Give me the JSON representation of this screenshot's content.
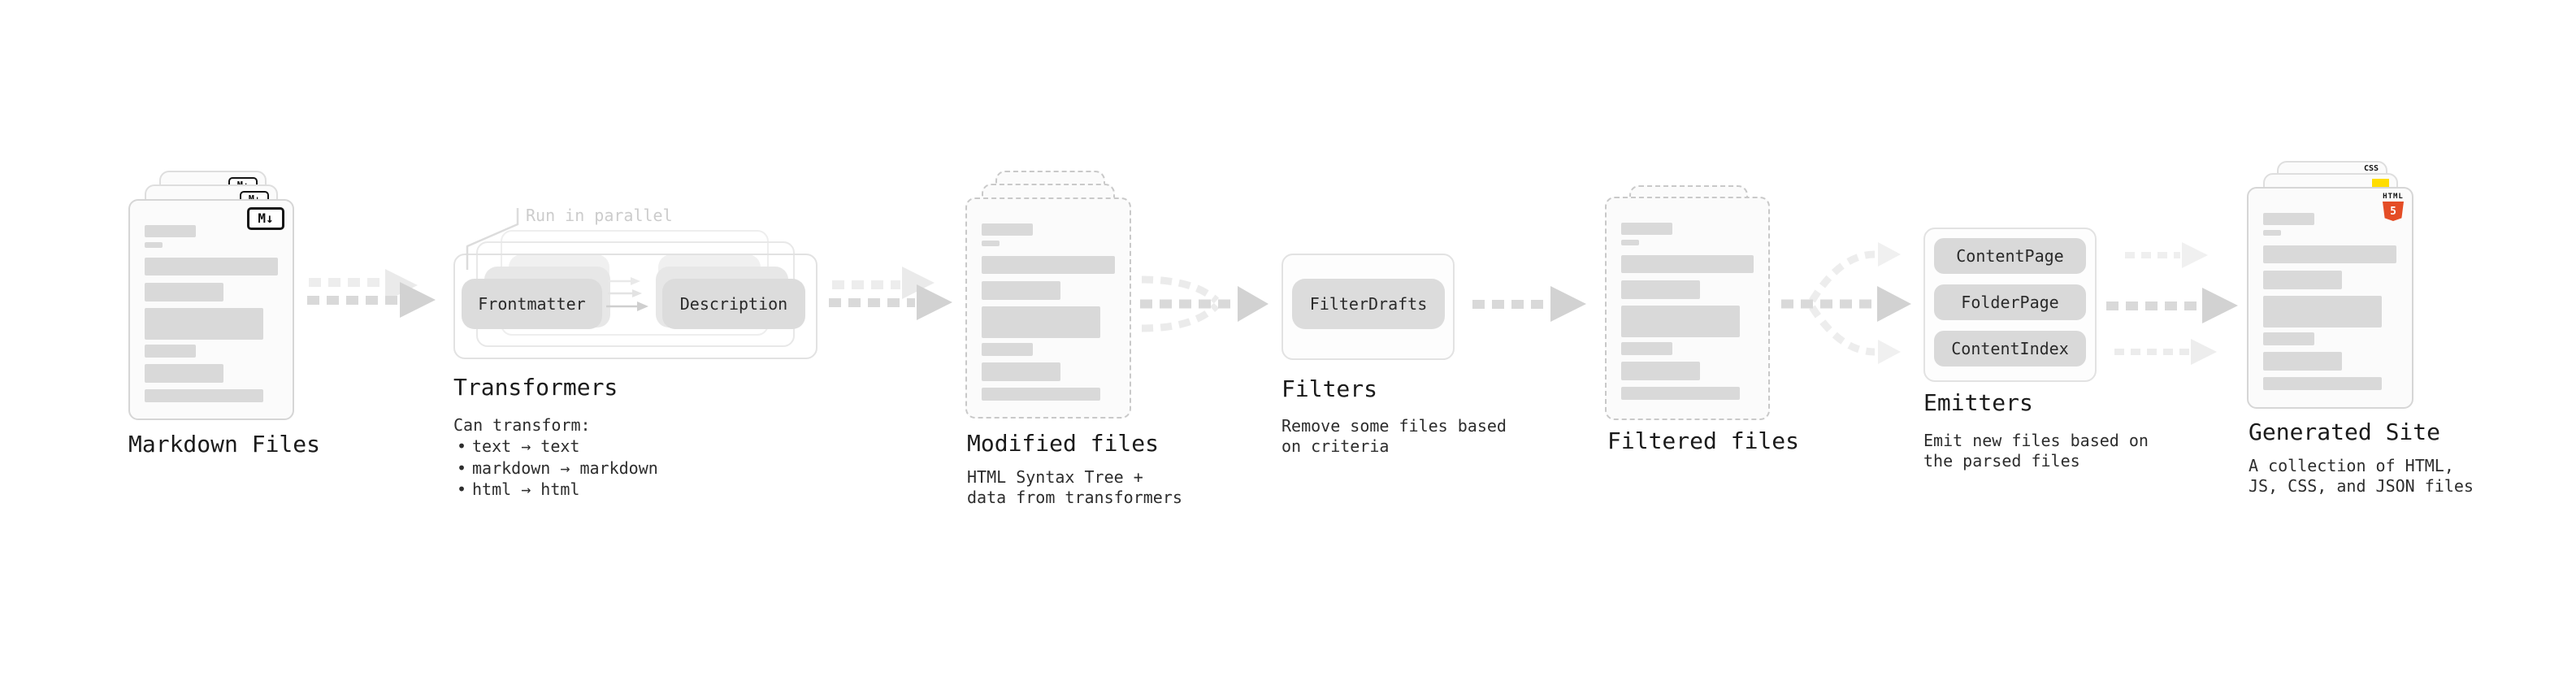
{
  "stages": {
    "markdown_files": {
      "title": "Markdown Files",
      "file_icon": "M↓"
    },
    "transformers": {
      "title": "Transformers",
      "parallel_note": "Run in parallel",
      "transformer_left": "Frontmatter",
      "transformer_right": "Description",
      "caption_heading": "Can transform:",
      "bullets": [
        "text → text",
        "markdown → markdown",
        "html → html"
      ]
    },
    "modified_files": {
      "title": "Modified files",
      "caption_line1": "HTML Syntax Tree +",
      "caption_line2": "data from transformers"
    },
    "filters": {
      "title": "Filters",
      "caption_line1": "Remove some files based",
      "caption_line2": "on criteria",
      "filter_button": "FilterDrafts"
    },
    "filtered_files": {
      "title": "Filtered files"
    },
    "emitters": {
      "title": "Emitters",
      "caption_line1": "Emit new files based on",
      "caption_line2": "the parsed files",
      "emitter_buttons": [
        "ContentPage",
        "FolderPage",
        "ContentIndex"
      ]
    },
    "generated_site": {
      "title": "Generated Site",
      "caption_line1": "A collection of HTML,",
      "caption_line2": "JS, CSS, and JSON files",
      "css_badge": "CSS",
      "html_badge_label": "HTML",
      "html_badge_number": "5"
    }
  },
  "colors": {
    "html5_orange": "#e44d26",
    "js_yellow": "#ffdd00",
    "css_blue": "#2f6bf0"
  }
}
